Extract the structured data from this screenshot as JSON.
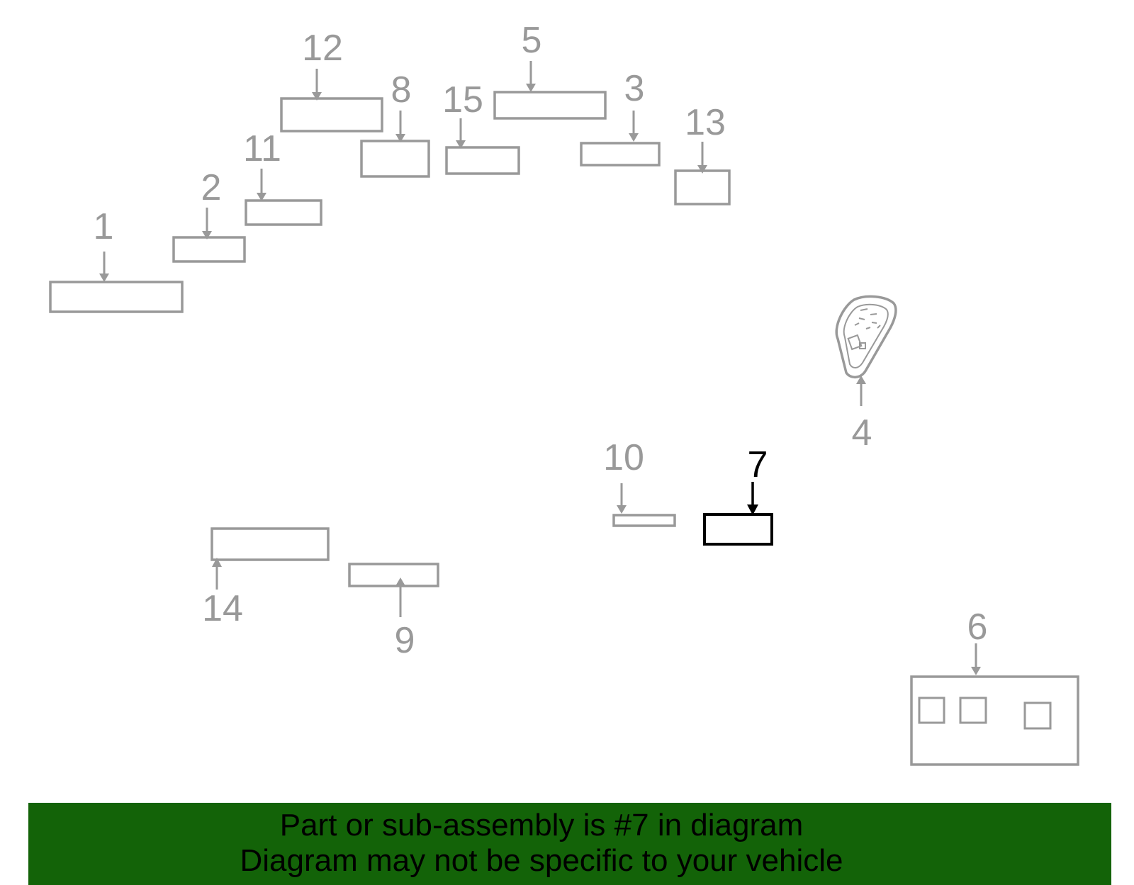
{
  "colors": {
    "part_gray": "#999999",
    "highlight": "#000000",
    "banner_bg": "#136308",
    "banner_text": "#000000"
  },
  "diagram": {
    "highlighted_part": "7",
    "callouts": [
      {
        "id": "1",
        "shape": "rect"
      },
      {
        "id": "2",
        "shape": "rect"
      },
      {
        "id": "3",
        "shape": "rect"
      },
      {
        "id": "4",
        "shape": "key-fob"
      },
      {
        "id": "5",
        "shape": "rect"
      },
      {
        "id": "6",
        "shape": "panel"
      },
      {
        "id": "7",
        "shape": "rect"
      },
      {
        "id": "8",
        "shape": "rect"
      },
      {
        "id": "9",
        "shape": "rect"
      },
      {
        "id": "10",
        "shape": "rect"
      },
      {
        "id": "11",
        "shape": "rect"
      },
      {
        "id": "12",
        "shape": "rect"
      },
      {
        "id": "13",
        "shape": "rect"
      },
      {
        "id": "14",
        "shape": "rect"
      },
      {
        "id": "15",
        "shape": "rect"
      }
    ]
  },
  "banner": {
    "line1": "Part or sub-assembly is #7 in diagram",
    "line2": "Diagram may not be specific to your vehicle"
  }
}
